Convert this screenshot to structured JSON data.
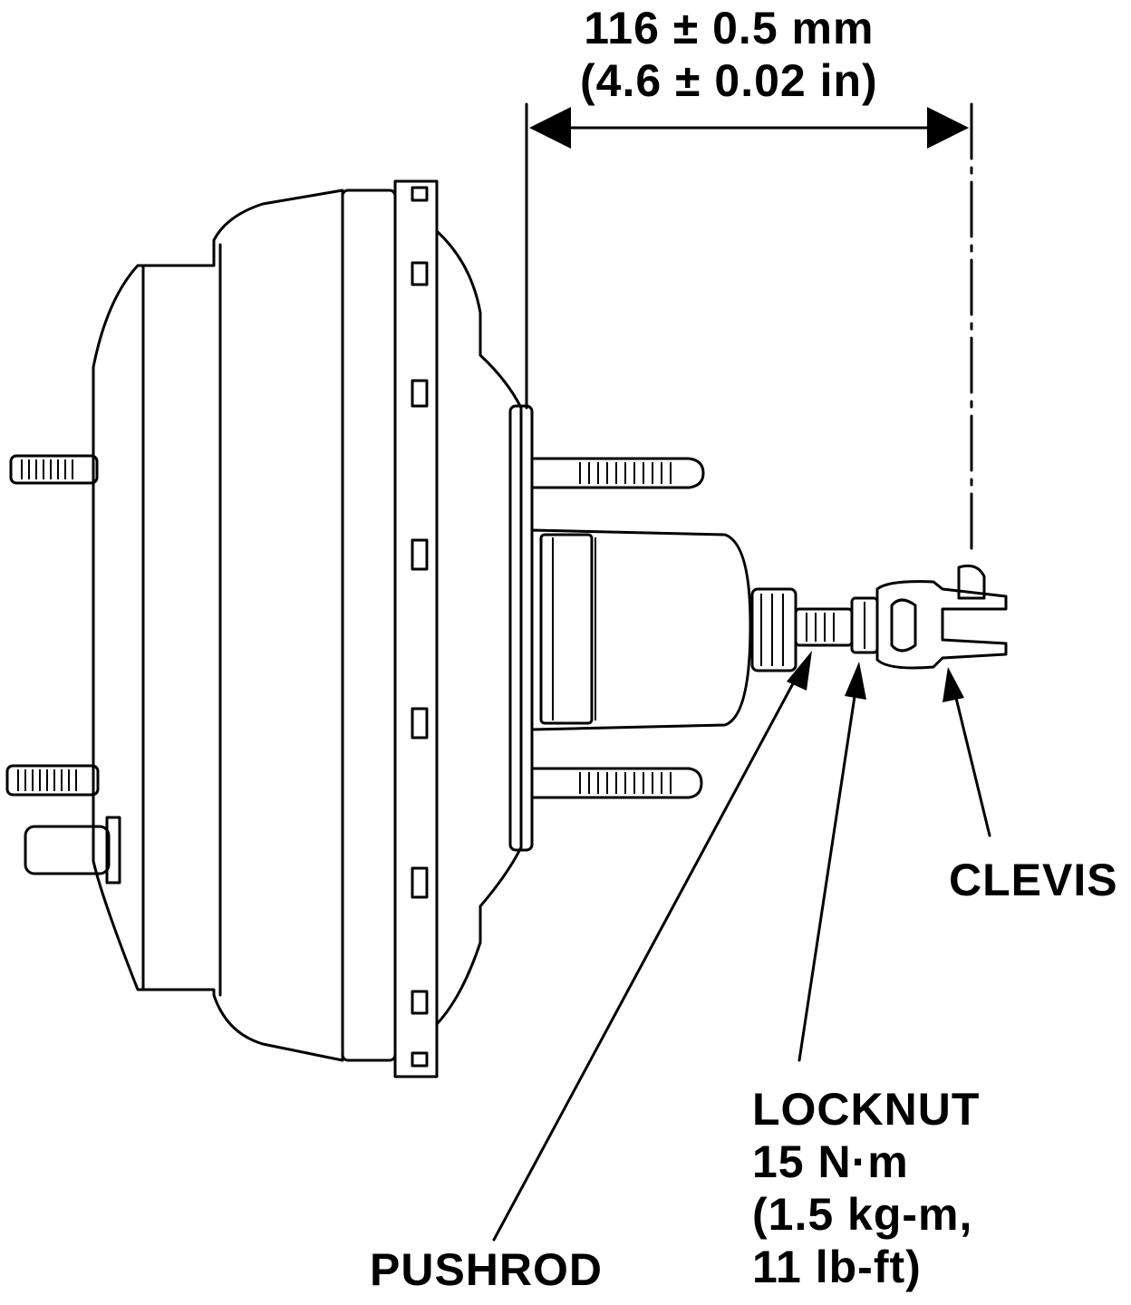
{
  "dimension": {
    "line1": "116 ± 0.5 mm",
    "line2": "(4.6 ± 0.02 in)"
  },
  "labels": {
    "clevis": "CLEVIS",
    "locknut": {
      "name": "LOCKNUT",
      "torque_nm": "15 N·m",
      "torque_kgm": "(1.5 kg-m,",
      "torque_lbft": "11 lb-ft)"
    },
    "pushrod": "PUSHROD"
  }
}
